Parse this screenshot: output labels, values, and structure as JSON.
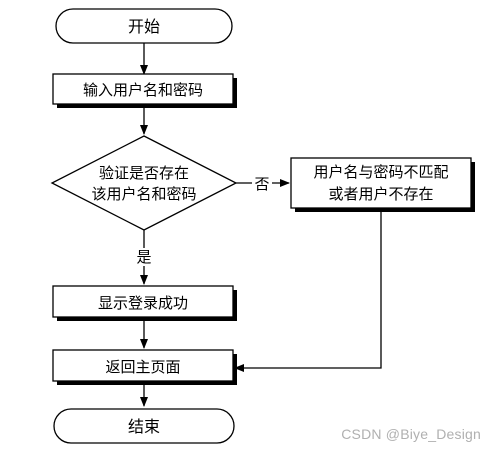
{
  "flowchart": {
    "start": "开始",
    "input": "输入用户名和密码",
    "decision_line1": "验证是否存在",
    "decision_line2": "该用户名和密码",
    "error_line1": "用户名与密码不匹配",
    "error_line2": "或者用户不存在",
    "success": "显示登录成功",
    "return_home": "返回主页面",
    "end": "结束",
    "yes_label": "是",
    "no_label": "否"
  },
  "watermark": "CSDN @Biye_Design",
  "colors": {
    "stroke": "#000000",
    "background": "#ffffff",
    "watermark": "#b0b0b0"
  }
}
